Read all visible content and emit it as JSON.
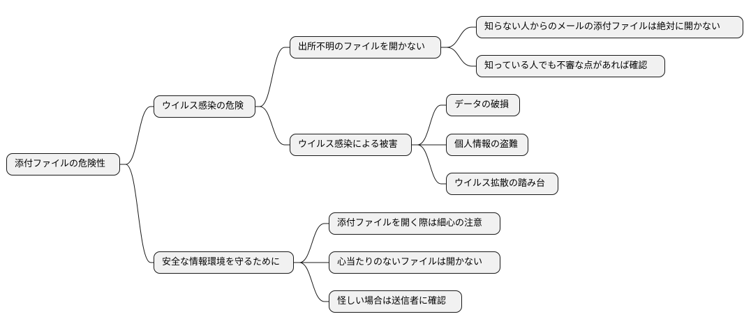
{
  "mindmap": {
    "root": {
      "label": "添付ファイルの危険性",
      "children": [
        {
          "label": "ウイルス感染の危険",
          "children": [
            {
              "label": "出所不明のファイルを開かない",
              "children": [
                {
                  "label": "知らない人からのメールの添付ファイルは絶対に開かない"
                },
                {
                  "label": "知っている人でも不審な点があれば確認"
                }
              ]
            },
            {
              "label": "ウイルス感染による被害",
              "children": [
                {
                  "label": "データの破損"
                },
                {
                  "label": "個人情報の盗難"
                },
                {
                  "label": "ウイルス拡散の踏み台"
                }
              ]
            }
          ]
        },
        {
          "label": "安全な情報環境を守るために",
          "children": [
            {
              "label": "添付ファイルを開く際は細心の注意"
            },
            {
              "label": "心当たりのないファイルは開かない"
            },
            {
              "label": "怪しい場合は送信者に確認"
            }
          ]
        }
      ]
    }
  }
}
